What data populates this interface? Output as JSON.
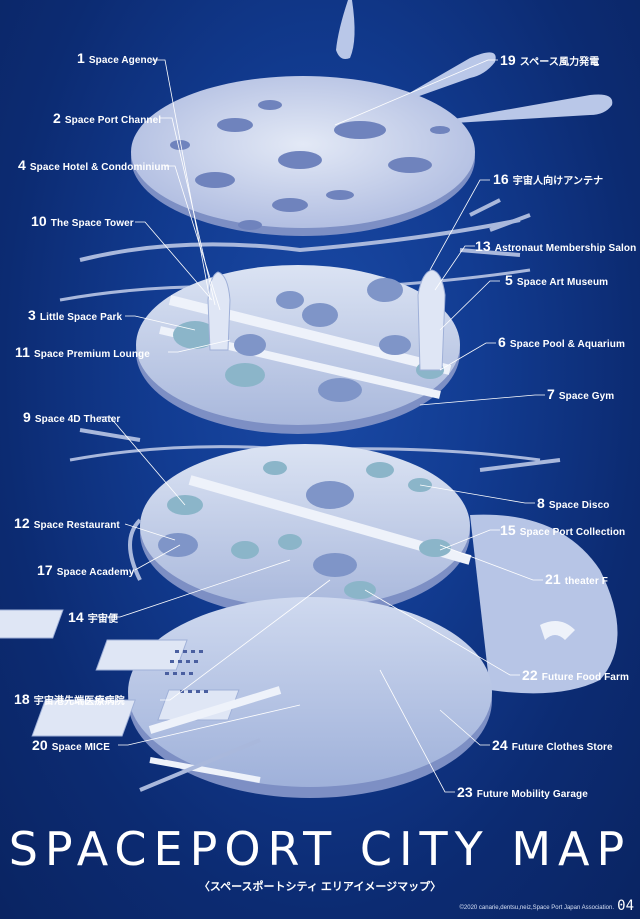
{
  "labels": [
    {
      "num": "1",
      "text": "Space Agency"
    },
    {
      "num": "2",
      "text": "Space Port Channel"
    },
    {
      "num": "4",
      "text": "Space Hotel & Condominium"
    },
    {
      "num": "10",
      "text": "The Space Tower"
    },
    {
      "num": "3",
      "text": "Little Space Park"
    },
    {
      "num": "11",
      "text": "Space Premium Lounge"
    },
    {
      "num": "9",
      "text": "Space 4D Theater"
    },
    {
      "num": "12",
      "text": "Space Restaurant"
    },
    {
      "num": "17",
      "text": "Space Academy"
    },
    {
      "num": "14",
      "text": "宇宙便"
    },
    {
      "num": "18",
      "text": "宇宙港先端医療病院"
    },
    {
      "num": "20",
      "text": "Space MICE"
    },
    {
      "num": "19",
      "text": "スペース風力発電"
    },
    {
      "num": "16",
      "text": "宇宙人向けアンテナ"
    },
    {
      "num": "13",
      "text": "Astronaut Membership Salon"
    },
    {
      "num": "5",
      "text": "Space Art Museum"
    },
    {
      "num": "6",
      "text": "Space Pool & Aquarium"
    },
    {
      "num": "7",
      "text": "Space Gym"
    },
    {
      "num": "8",
      "text": "Space Disco"
    },
    {
      "num": "15",
      "text": "Space Port Collection"
    },
    {
      "num": "21",
      "text": "theater F"
    },
    {
      "num": "22",
      "text": "Future Food Farm"
    },
    {
      "num": "24",
      "text": "Future Clothes Store"
    },
    {
      "num": "23",
      "text": "Future Mobility Garage"
    }
  ],
  "title": "SPACEPORT CITY MAP",
  "subtitle": "〈スペースポートシティ エリアイメージマップ〉",
  "copyright": "©2020 canarie,dentsu,neiz,Space Port Japan Association.",
  "page_number": "04",
  "colors": {
    "background": "#123c92",
    "platform": "#c9d6ee",
    "platform_shade": "#8fa3cf",
    "pool": "#7fa7c8",
    "label": "#ffffff"
  }
}
